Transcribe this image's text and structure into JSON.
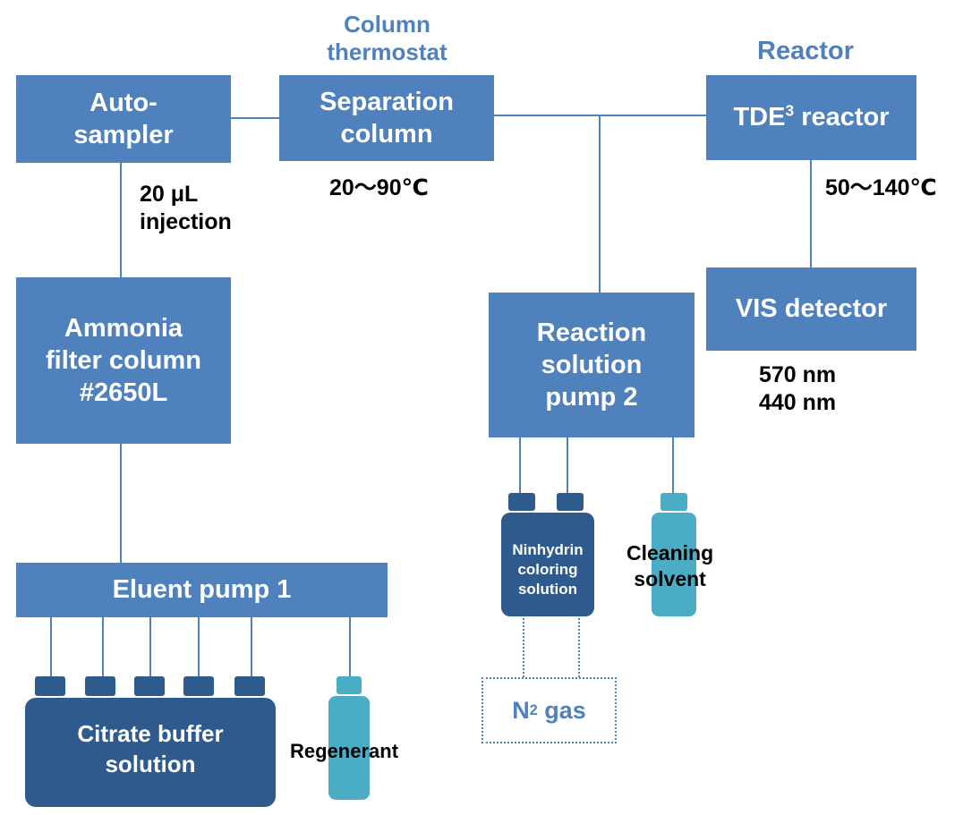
{
  "headers": {
    "column_thermostat": "Column\nthermostat",
    "reactor": "Reactor"
  },
  "boxes": {
    "autosampler": "Auto-\nsampler",
    "separation_column": "Separation\ncolumn",
    "tde3_reactor_main": "TDE",
    "tde3_reactor_sup": "3",
    "tde3_reactor_suffix": " reactor",
    "ammonia_filter": "Ammonia\nfilter column\n#2650L",
    "reaction_pump": "Reaction\nsolution\npump 2",
    "vis_detector": "VIS detector",
    "eluent_pump": "Eluent pump 1",
    "n2_gas_main": "N",
    "n2_gas_sub": "2",
    "n2_gas_suffix": " gas"
  },
  "notes": {
    "injection": "20 μL\ninjection",
    "column_temp": "20～90℃",
    "reactor_temp": "50～140℃",
    "wavelengths": "570 nm\n440 nm"
  },
  "bottles": {
    "citrate_buffer": "Citrate buffer\nsolution",
    "regenerant": "Regenerant",
    "ninhydrin": "Ninhydrin\ncoloring\nsolution",
    "cleaning_solvent": "Cleaning\nsolvent"
  },
  "colors": {
    "box_blue": "#4f81bd",
    "header_blue": "#4f81bd",
    "bottle_dark": "#2e5a8e",
    "bottle_light": "#4bacc6"
  }
}
